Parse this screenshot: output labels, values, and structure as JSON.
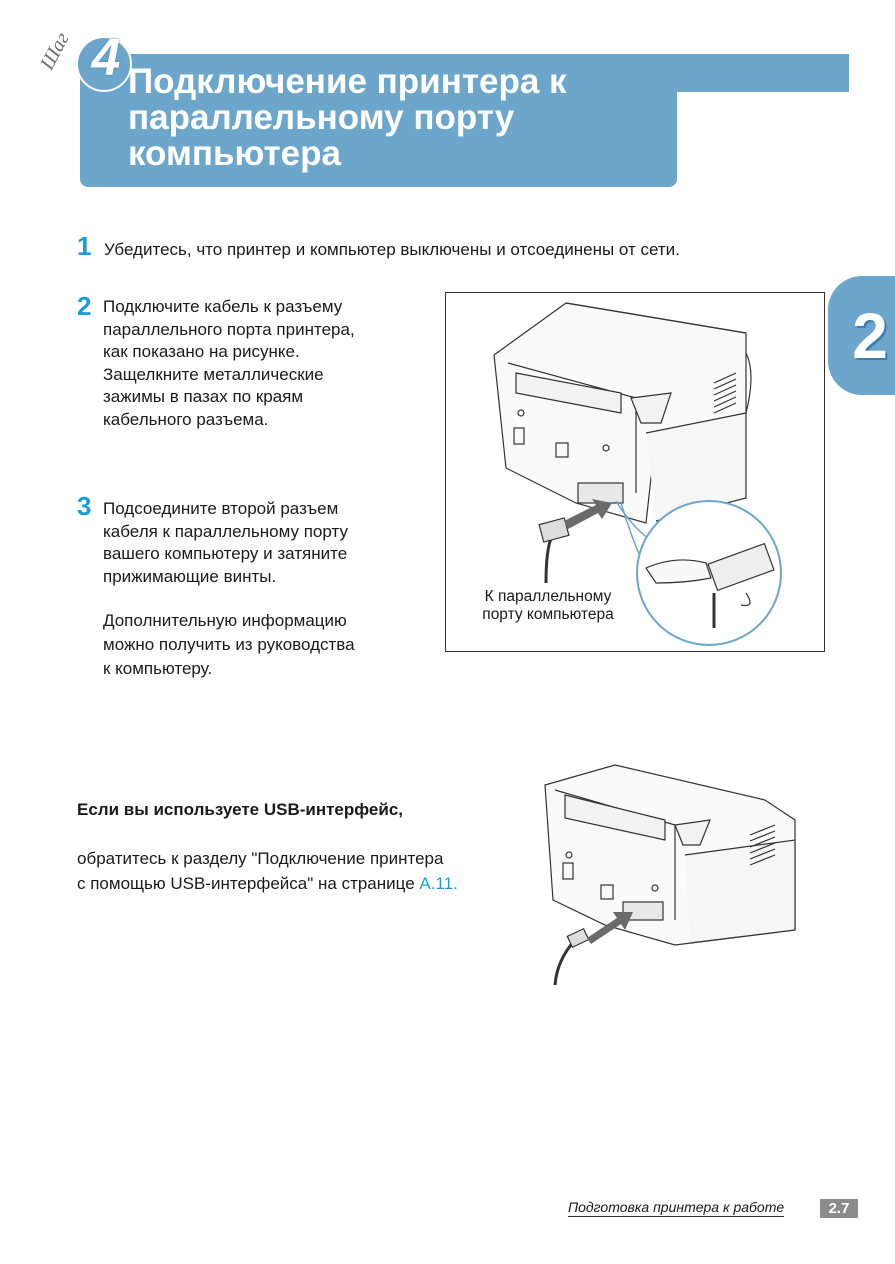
{
  "header": {
    "step_word": "Шаг",
    "step_number": "4",
    "title_line1": "Подключение принтера к",
    "title_line2": "параллельному порту",
    "title_line3": "компьютера"
  },
  "side_tab": {
    "chapter": "2"
  },
  "steps": [
    {
      "number": "1",
      "lines": [
        "Убедитесь, что принтер и компьютер выключены и отсоединены от сети."
      ]
    },
    {
      "number": "2",
      "lines": [
        "Подключите кабель к разъему",
        "параллельного порта принтера,",
        "как показано на рисунке.",
        "Защелкните металлические",
        "зажимы в пазах по краям",
        "кабельного разъема."
      ]
    },
    {
      "number": "3",
      "lines": [
        "Подсоедините второй разъем",
        "кабеля к параллельному порту",
        "вашего компьютеру и затяните",
        "прижимающие винты."
      ]
    }
  ],
  "note": {
    "lines": [
      "Дополнительную информацию",
      "можно получить из руководства",
      "к компьютеру."
    ]
  },
  "figure1": {
    "caption_line1": "К параллельному",
    "caption_line2": "порту компьютера"
  },
  "usb": {
    "title": "Если вы используете USB-интерфейс,",
    "line1": "обратитесь к разделу \"Подключение принтера",
    "line2": "с помощью USB-интерфейса\" на странице ",
    "link": "A.11."
  },
  "footer": {
    "section": "Подготовка принтера к работе",
    "page": "2.7"
  },
  "colors": {
    "accent_blue": "#6ca6cb",
    "number_blue": "#1a9edb"
  }
}
